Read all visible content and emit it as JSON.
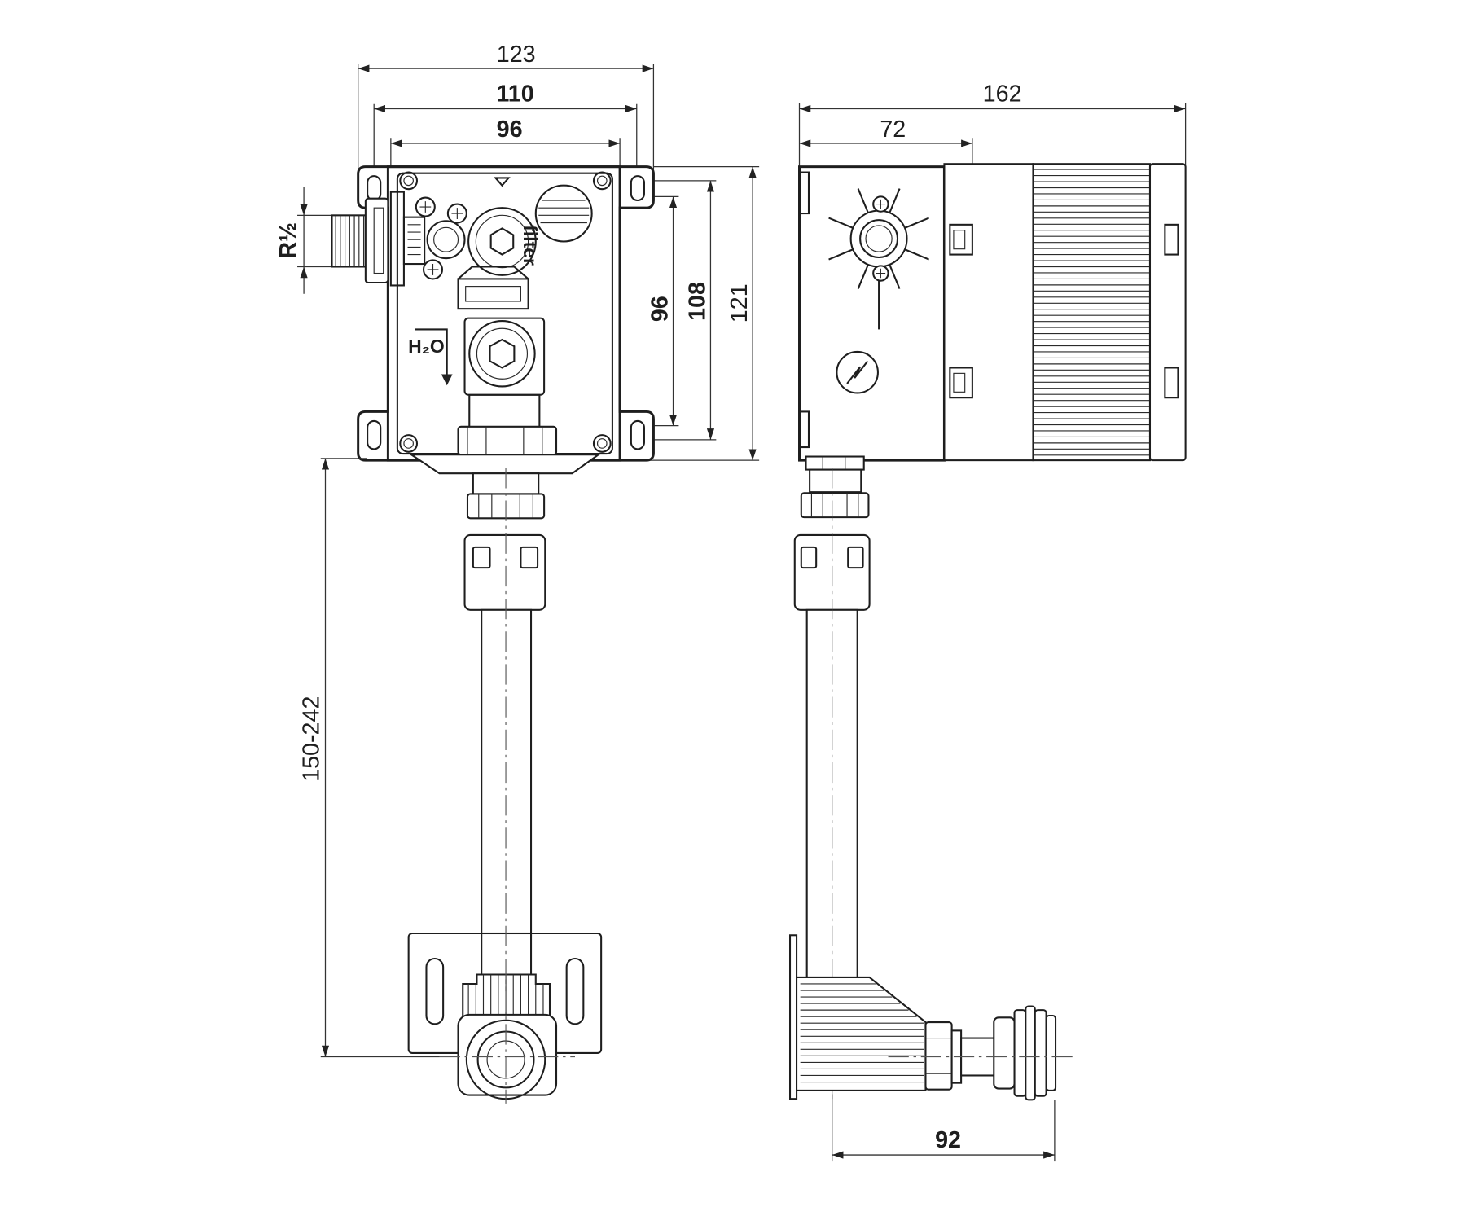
{
  "left_view": {
    "dim_width_outer": "123",
    "dim_width_mid": "110",
    "dim_width_inner": "96",
    "dim_thread": "R½",
    "dim_height_inner": "96",
    "dim_height_mid": "108",
    "dim_height_outer": "121",
    "dim_pipe_length": "150-242",
    "label_filter": "filter",
    "label_flow": "H₂O"
  },
  "right_view": {
    "dim_depth_total": "162",
    "dim_depth_box": "72",
    "dim_outlet_offset": "92"
  }
}
